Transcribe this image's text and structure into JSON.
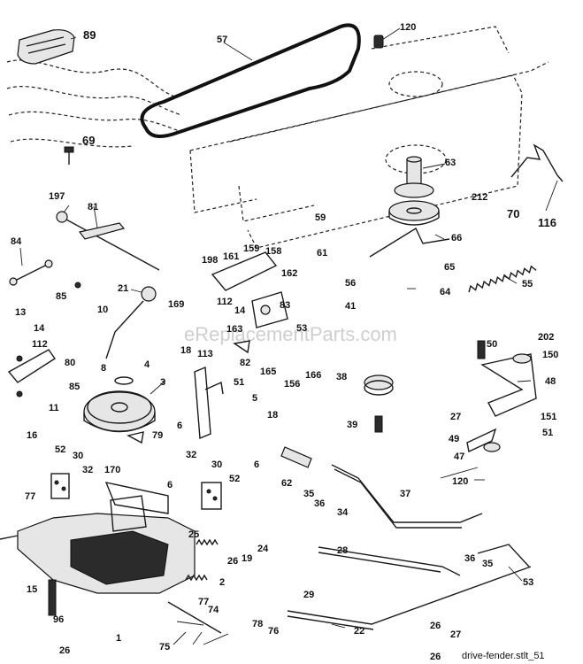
{
  "watermark": "eReplacementParts.com",
  "footer": "drive-fender.stlt_51",
  "callouts": [
    {
      "id": "c89",
      "text": "89"
    },
    {
      "id": "c69",
      "text": "69"
    },
    {
      "id": "c57",
      "text": "57"
    },
    {
      "id": "c120a",
      "text": "120"
    },
    {
      "id": "c63",
      "text": "63"
    },
    {
      "id": "c212",
      "text": "212"
    },
    {
      "id": "c70",
      "text": "70"
    },
    {
      "id": "c116",
      "text": "116"
    },
    {
      "id": "c197",
      "text": "197"
    },
    {
      "id": "c81",
      "text": "81"
    },
    {
      "id": "c59",
      "text": "59"
    },
    {
      "id": "c66",
      "text": "66"
    },
    {
      "id": "c61",
      "text": "61"
    },
    {
      "id": "c84",
      "text": "84"
    },
    {
      "id": "c85a",
      "text": "85"
    },
    {
      "id": "c21",
      "text": "21"
    },
    {
      "id": "c198",
      "text": "198"
    },
    {
      "id": "c161",
      "text": "161"
    },
    {
      "id": "c159",
      "text": "159"
    },
    {
      "id": "c158",
      "text": "158"
    },
    {
      "id": "c162",
      "text": "162"
    },
    {
      "id": "c169",
      "text": "169"
    },
    {
      "id": "c112a",
      "text": "112"
    },
    {
      "id": "c14a",
      "text": "14"
    },
    {
      "id": "c83",
      "text": "83"
    },
    {
      "id": "c53a",
      "text": "53"
    },
    {
      "id": "c56",
      "text": "56"
    },
    {
      "id": "c65",
      "text": "65"
    },
    {
      "id": "c64",
      "text": "64"
    },
    {
      "id": "c55",
      "text": "55"
    },
    {
      "id": "c13",
      "text": "13"
    },
    {
      "id": "c10",
      "text": "10"
    },
    {
      "id": "c14b",
      "text": "14"
    },
    {
      "id": "c112b",
      "text": "112"
    },
    {
      "id": "c80",
      "text": "80"
    },
    {
      "id": "c8",
      "text": "8"
    },
    {
      "id": "c163",
      "text": "163"
    },
    {
      "id": "c41",
      "text": "41"
    },
    {
      "id": "c50",
      "text": "50"
    },
    {
      "id": "c202",
      "text": "202"
    },
    {
      "id": "c150",
      "text": "150"
    },
    {
      "id": "c18a",
      "text": "18"
    },
    {
      "id": "c113",
      "text": "113"
    },
    {
      "id": "c82",
      "text": "82"
    },
    {
      "id": "c165",
      "text": "165"
    },
    {
      "id": "c156",
      "text": "156"
    },
    {
      "id": "c166",
      "text": "166"
    },
    {
      "id": "c4",
      "text": "4"
    },
    {
      "id": "c85b",
      "text": "85"
    },
    {
      "id": "c51a",
      "text": "51"
    },
    {
      "id": "c38",
      "text": "38"
    },
    {
      "id": "c48",
      "text": "48"
    },
    {
      "id": "c3",
      "text": "3"
    },
    {
      "id": "c11",
      "text": "11"
    },
    {
      "id": "c5",
      "text": "5"
    },
    {
      "id": "c6a",
      "text": "6"
    },
    {
      "id": "c18b",
      "text": "18"
    },
    {
      "id": "c27a",
      "text": "27"
    },
    {
      "id": "c151",
      "text": "151"
    },
    {
      "id": "c39",
      "text": "39"
    },
    {
      "id": "c79",
      "text": "79"
    },
    {
      "id": "c6b",
      "text": "6"
    },
    {
      "id": "c49",
      "text": "49"
    },
    {
      "id": "c51b",
      "text": "51"
    },
    {
      "id": "c16",
      "text": "16"
    },
    {
      "id": "c52a",
      "text": "52"
    },
    {
      "id": "c30a",
      "text": "30"
    },
    {
      "id": "c170",
      "text": "170"
    },
    {
      "id": "c32a",
      "text": "32"
    },
    {
      "id": "c30b",
      "text": "30"
    },
    {
      "id": "c47",
      "text": "47"
    },
    {
      "id": "c62",
      "text": "62"
    },
    {
      "id": "c35a",
      "text": "35"
    },
    {
      "id": "c36a",
      "text": "36"
    },
    {
      "id": "c37",
      "text": "37"
    },
    {
      "id": "c120b",
      "text": "120"
    },
    {
      "id": "c32b",
      "text": "32"
    },
    {
      "id": "c6c",
      "text": "6"
    },
    {
      "id": "c52b",
      "text": "52"
    },
    {
      "id": "c77a",
      "text": "77"
    },
    {
      "id": "c34",
      "text": "34"
    },
    {
      "id": "c25",
      "text": "25"
    },
    {
      "id": "c24",
      "text": "24"
    },
    {
      "id": "c26a",
      "text": "26"
    },
    {
      "id": "c19",
      "text": "19"
    },
    {
      "id": "c28",
      "text": "28"
    },
    {
      "id": "c36b",
      "text": "36"
    },
    {
      "id": "c35b",
      "text": "35"
    },
    {
      "id": "c2",
      "text": "2"
    },
    {
      "id": "c53b",
      "text": "53"
    },
    {
      "id": "c15",
      "text": "15"
    },
    {
      "id": "c77b",
      "text": "77"
    },
    {
      "id": "c29",
      "text": "29"
    },
    {
      "id": "c96",
      "text": "96"
    },
    {
      "id": "c74",
      "text": "74"
    },
    {
      "id": "c26b",
      "text": "26"
    },
    {
      "id": "c1",
      "text": "1"
    },
    {
      "id": "c78",
      "text": "78"
    },
    {
      "id": "c76",
      "text": "76"
    },
    {
      "id": "c22",
      "text": "22"
    },
    {
      "id": "c75",
      "text": "75"
    },
    {
      "id": "c26c",
      "text": "26"
    },
    {
      "id": "c26d",
      "text": "26"
    },
    {
      "id": "c27b",
      "text": "27"
    }
  ]
}
